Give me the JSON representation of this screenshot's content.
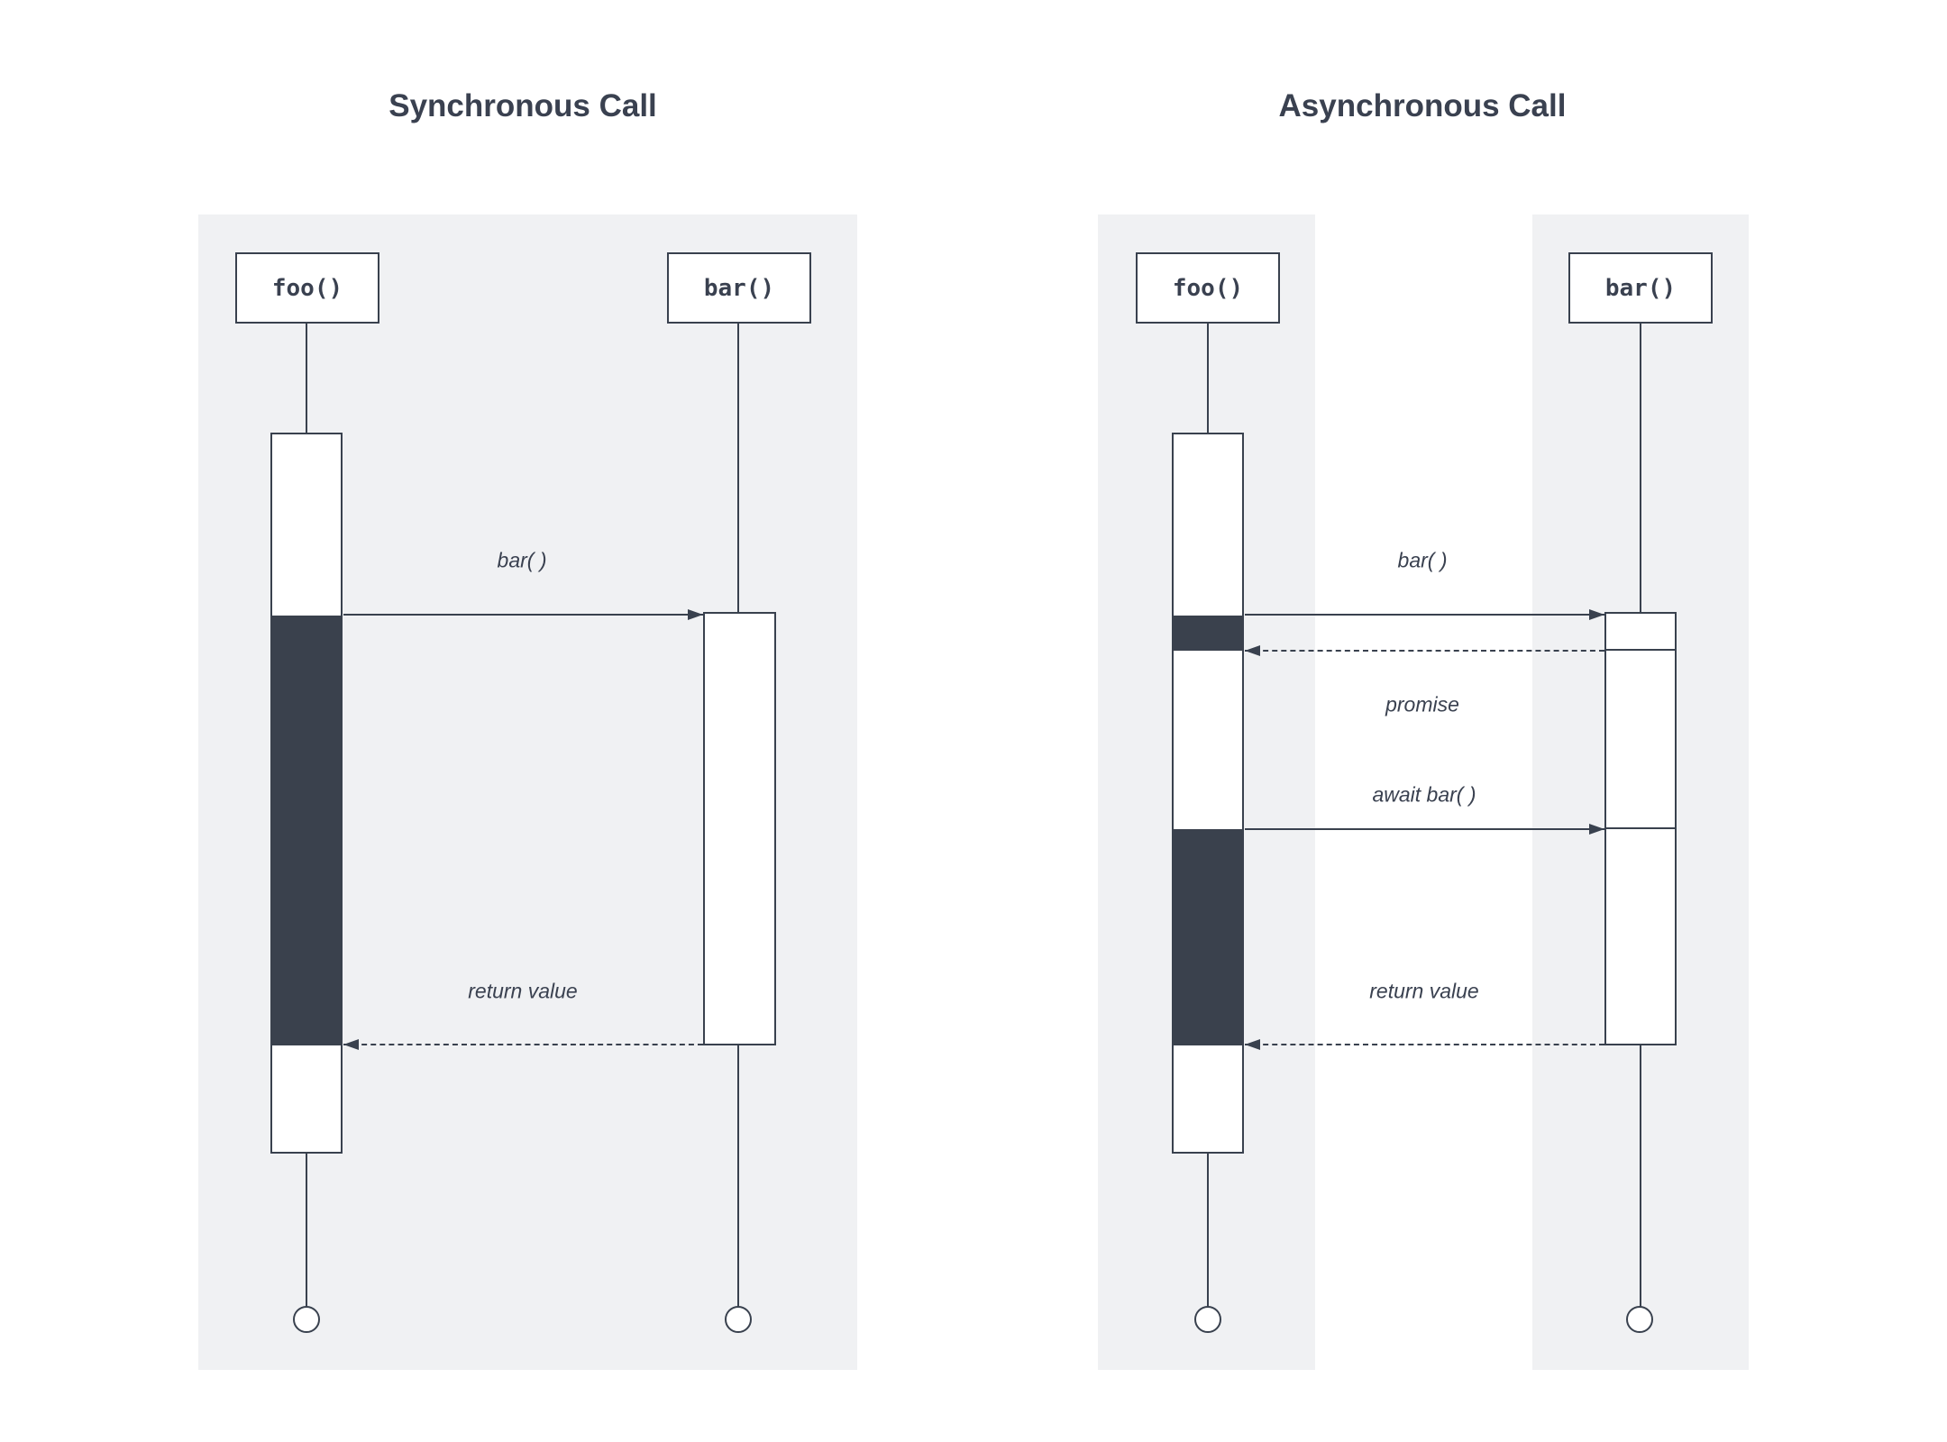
{
  "colors": {
    "ink": "#3a4150",
    "stroke": "#39414e",
    "panel": "#f0f1f3",
    "dark_fill": "#3a414d",
    "paper": "#ffffff"
  },
  "sync": {
    "title": "Synchronous Call",
    "actors": [
      {
        "label": "foo()"
      },
      {
        "label": "bar()"
      }
    ],
    "messages": [
      {
        "label": "bar( )",
        "style": "solid",
        "from": "foo",
        "to": "bar"
      },
      {
        "label": "return value",
        "style": "dashed",
        "from": "bar",
        "to": "foo"
      }
    ]
  },
  "async": {
    "title": "Asynchronous Call",
    "actors": [
      {
        "label": "foo()"
      },
      {
        "label": "bar()"
      }
    ],
    "messages": [
      {
        "label": "bar( )",
        "style": "solid",
        "from": "foo",
        "to": "bar"
      },
      {
        "label": "promise",
        "style": "dashed",
        "from": "bar",
        "to": "foo"
      },
      {
        "label": "await bar( )",
        "style": "solid",
        "from": "foo",
        "to": "bar"
      },
      {
        "label": "return value",
        "style": "dashed",
        "from": "bar",
        "to": "foo"
      }
    ]
  }
}
